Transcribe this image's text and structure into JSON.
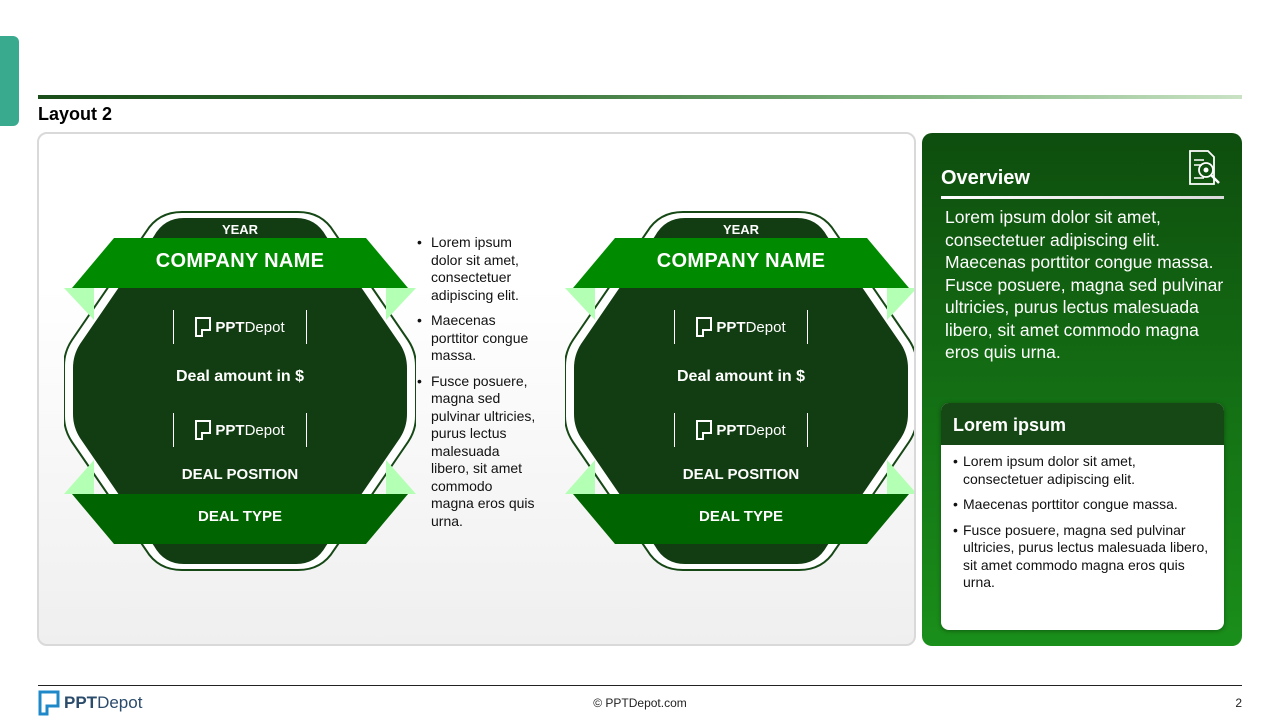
{
  "page": {
    "title": "Layout 2"
  },
  "cards": [
    {
      "year": "YEAR",
      "company": "COMPANY NAME",
      "logo1": {
        "bold": "PPT",
        "rest": "Depot"
      },
      "deal_amount": "Deal amount in $",
      "logo2": {
        "bold": "PPT",
        "rest": "Depot"
      },
      "deal_position": "DEAL POSITION",
      "deal_type": "DEAL TYPE"
    },
    {
      "year": "YEAR",
      "company": "COMPANY NAME",
      "logo1": {
        "bold": "PPT",
        "rest": "Depot"
      },
      "deal_amount": "Deal amount in $",
      "logo2": {
        "bold": "PPT",
        "rest": "Depot"
      },
      "deal_position": "DEAL POSITION",
      "deal_type": "DEAL TYPE"
    }
  ],
  "middle_bullets": [
    "Lorem ipsum dolor sit amet, consectetuer adipiscing elit.",
    "Maecenas porttitor congue massa.",
    "Fusce posuere, magna sed pulvinar ultricies, purus lectus malesuada libero, sit amet commodo magna eros quis urna."
  ],
  "overview": {
    "title": "Overview",
    "icon": "document-search-icon",
    "text": "Lorem ipsum dolor sit amet, consectetuer adipiscing elit. Maecenas porttitor congue massa. Fusce posuere, magna sed pulvinar ultricies, purus lectus malesuada libero, sit amet commodo magna eros quis urna."
  },
  "lorem_card": {
    "title": "Lorem ipsum",
    "bullets": [
      "Lorem ipsum dolor sit amet, consectetuer adipiscing elit.",
      "Maecenas porttitor congue massa.",
      "Fusce posuere, magna sed pulvinar ultricies, purus lectus malesuada libero, sit amet commodo magna eros quis urna."
    ]
  },
  "footer": {
    "logo": {
      "bold": "PPT",
      "rest": "Depot"
    },
    "copyright": "© PPTDepot.com",
    "page_number": "2"
  },
  "colors": {
    "dark_green": "#123d12",
    "ribbon_green": "#008a00",
    "light_green": "#b3ffb3",
    "accent_teal": "#3aaa8e"
  }
}
